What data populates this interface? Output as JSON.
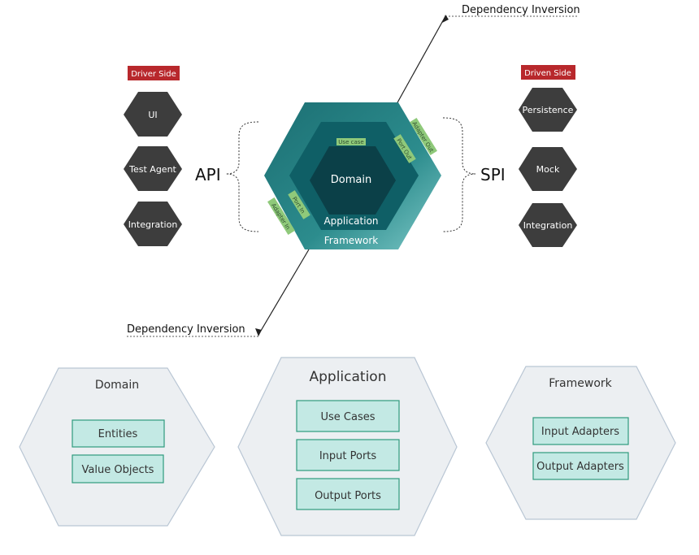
{
  "top": {
    "dependency_inversion_top": "Dependency Inversion",
    "dependency_inversion_bottom": "Dependency Inversion",
    "driver_side": "Driver Side",
    "driven_side": "Driven Side",
    "api": "API",
    "spi": "SPI",
    "driver_items": [
      "UI",
      "Test Agent",
      "Integration"
    ],
    "driven_items": [
      "Persistence",
      "Mock",
      "Integration"
    ],
    "layers": {
      "framework": "Framework",
      "application": "Application",
      "domain": "Domain"
    },
    "ports": {
      "use_case": "Use case",
      "port_out": "Port Out",
      "adapter_out": "Adapter Out",
      "port_in": "Port In",
      "adapter_in": "Adapter In"
    }
  },
  "panels": {
    "domain": {
      "title": "Domain",
      "items": [
        "Entities",
        "Value Objects"
      ]
    },
    "application": {
      "title": "Application",
      "items": [
        "Use Cases",
        "Input Ports",
        "Output Ports"
      ]
    },
    "framework": {
      "title": "Framework",
      "items": [
        "Input Adapters",
        "Output Adapters"
      ]
    }
  },
  "colors": {
    "driver_tag": "#b8282c",
    "dark_hex": "#3d3d3d",
    "framework_teal": "#2a8a8a",
    "application_teal": "#0f5f66",
    "domain_teal": "#0b4048",
    "port_green": "#8fc97a",
    "panel_fill": "#eceff2",
    "box_fill": "#c3e9e4",
    "box_border": "#2e9b7e"
  }
}
